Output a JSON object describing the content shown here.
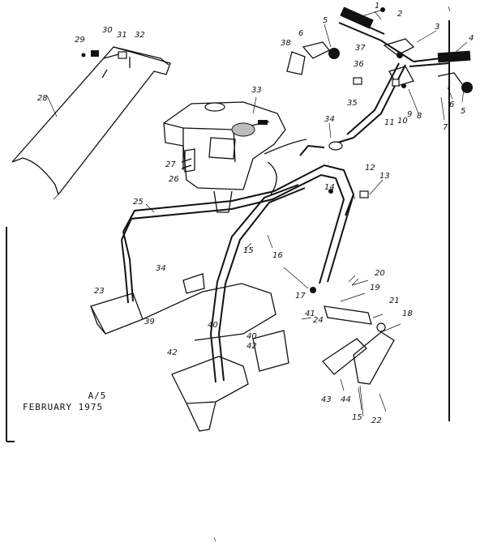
{
  "caption": {
    "code": "A/5",
    "date": "FEBRUARY 1975"
  },
  "callouts": {
    "p1": "1",
    "p2": "2",
    "p3": "3",
    "p4": "4",
    "p5a": "5",
    "p5b": "5",
    "p6a": "6",
    "p6b": "6",
    "p7": "7",
    "p8": "8",
    "p9": "9",
    "p10": "10",
    "p11": "11",
    "p12": "12",
    "p13": "13",
    "p14": "14",
    "p15a": "15",
    "p15b": "15",
    "p16": "16",
    "p17": "17",
    "p18": "18",
    "p19": "19",
    "p20": "20",
    "p21": "21",
    "p22": "22",
    "p23": "23",
    "p24": "24",
    "p25": "25",
    "p26": "26",
    "p27": "27",
    "p28": "28",
    "p29": "29",
    "p30": "30",
    "p31": "31",
    "p32": "32",
    "p33": "33",
    "p34a": "34",
    "p34b": "34",
    "p35": "35",
    "p36": "36",
    "p37": "37",
    "p38": "38",
    "p39": "39",
    "p40a": "40",
    "p40b": "40",
    "p41": "41",
    "p42a": "42",
    "p42b": "42",
    "p43": "43",
    "p44": "44"
  }
}
